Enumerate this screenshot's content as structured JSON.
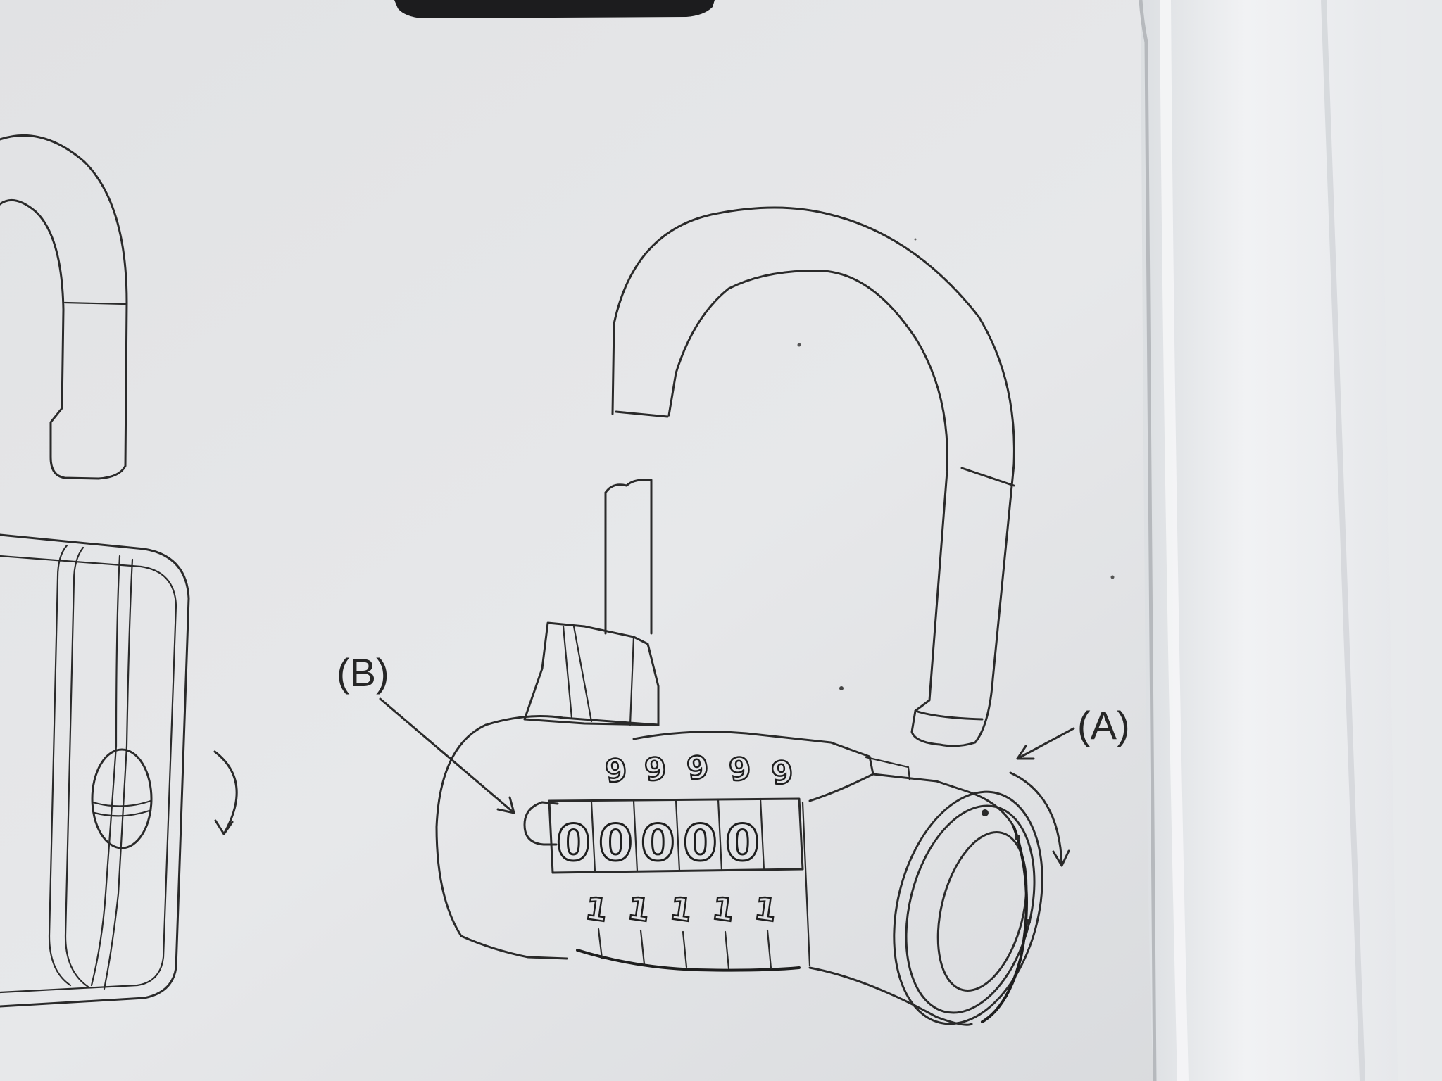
{
  "colors": {
    "paper": "#e4e5e7",
    "blister_plastic": "#eef0f2",
    "ink": "#2a2a2a",
    "top_tab": "#1c1c1e"
  },
  "labels": {
    "label_a": "(A)",
    "label_b": "(B)"
  },
  "dial": {
    "visible_digits": [
      "0",
      "0",
      "0",
      "0",
      "0"
    ],
    "upper_digits": [
      "9",
      "9",
      "9",
      "9",
      "9"
    ],
    "lower_digits": [
      "1",
      "1",
      "1",
      "1",
      "1"
    ]
  }
}
